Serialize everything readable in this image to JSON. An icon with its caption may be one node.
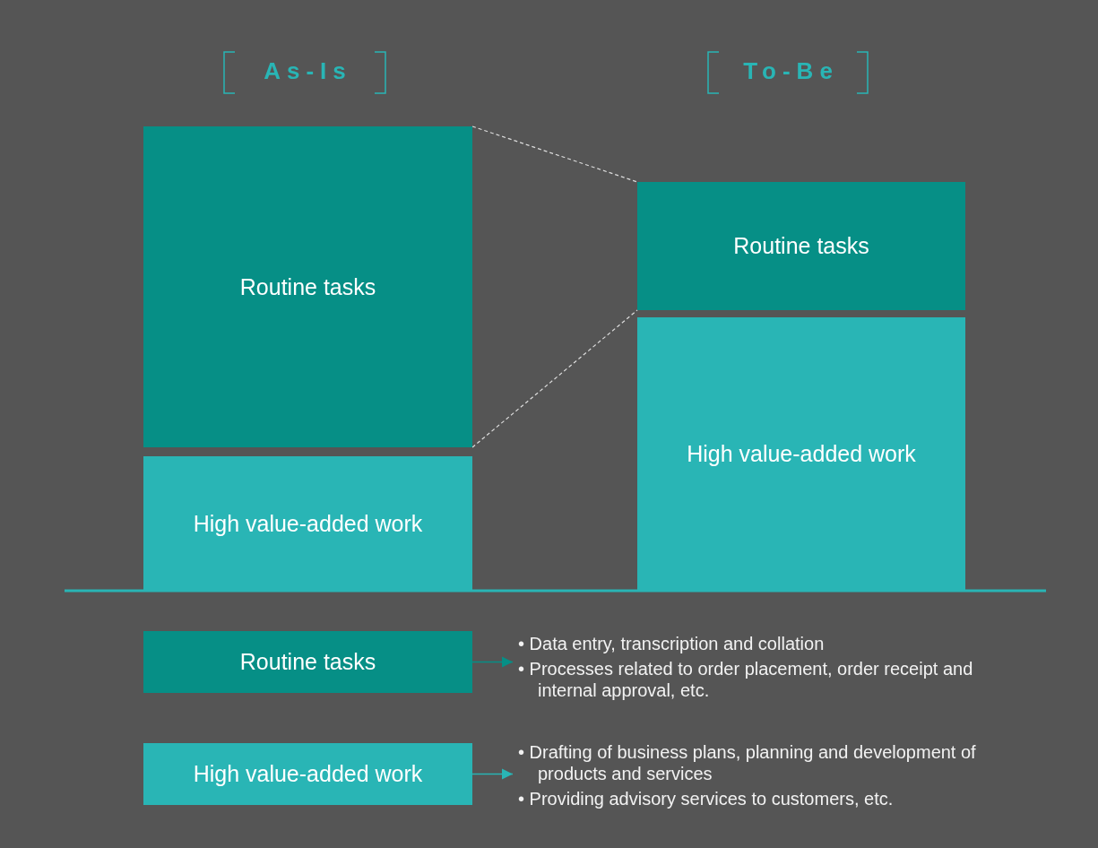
{
  "diagram": {
    "nodes": [
      {
        "text": [
          "Routine tasks"
        ]
      },
      {
        "text": [
          "High value-added work"
        ]
      },
      {
        "text": [
          "Routine tasks"
        ]
      },
      {
        "text": [
          "High value-added work"
        ]
      },
      {
        "text": [
          "Routine tasks"
        ]
      },
      {
        "text": [
          "High value-added work"
        ]
      },
      {
        "text": [
          "• Data entry, transcription and collation",
          "• Processes related to order placement, order receipt and internal approval, etc."
        ]
      },
      {
        "text": [
          "• Drafting of business plans, planning and development of products and services",
          "• Providing advisory services to customers, etc."
        ]
      }
    ],
    "edges": [
      {
        "from": 0,
        "to": 2,
        "arrow": "none",
        "style": "dashed",
        "color": "#dddddd"
      },
      {
        "from": 0,
        "to": 2,
        "arrow": "none",
        "style": "dashed",
        "color": "#dddddd"
      },
      {
        "from": 4,
        "to": 6,
        "arrow": "to",
        "color": "#068f86"
      },
      {
        "from": 5,
        "to": 7,
        "arrow": "to",
        "color": "#29b5b5"
      }
    ],
    "labels": [
      "As-Is",
      "To-Be"
    ]
  }
}
